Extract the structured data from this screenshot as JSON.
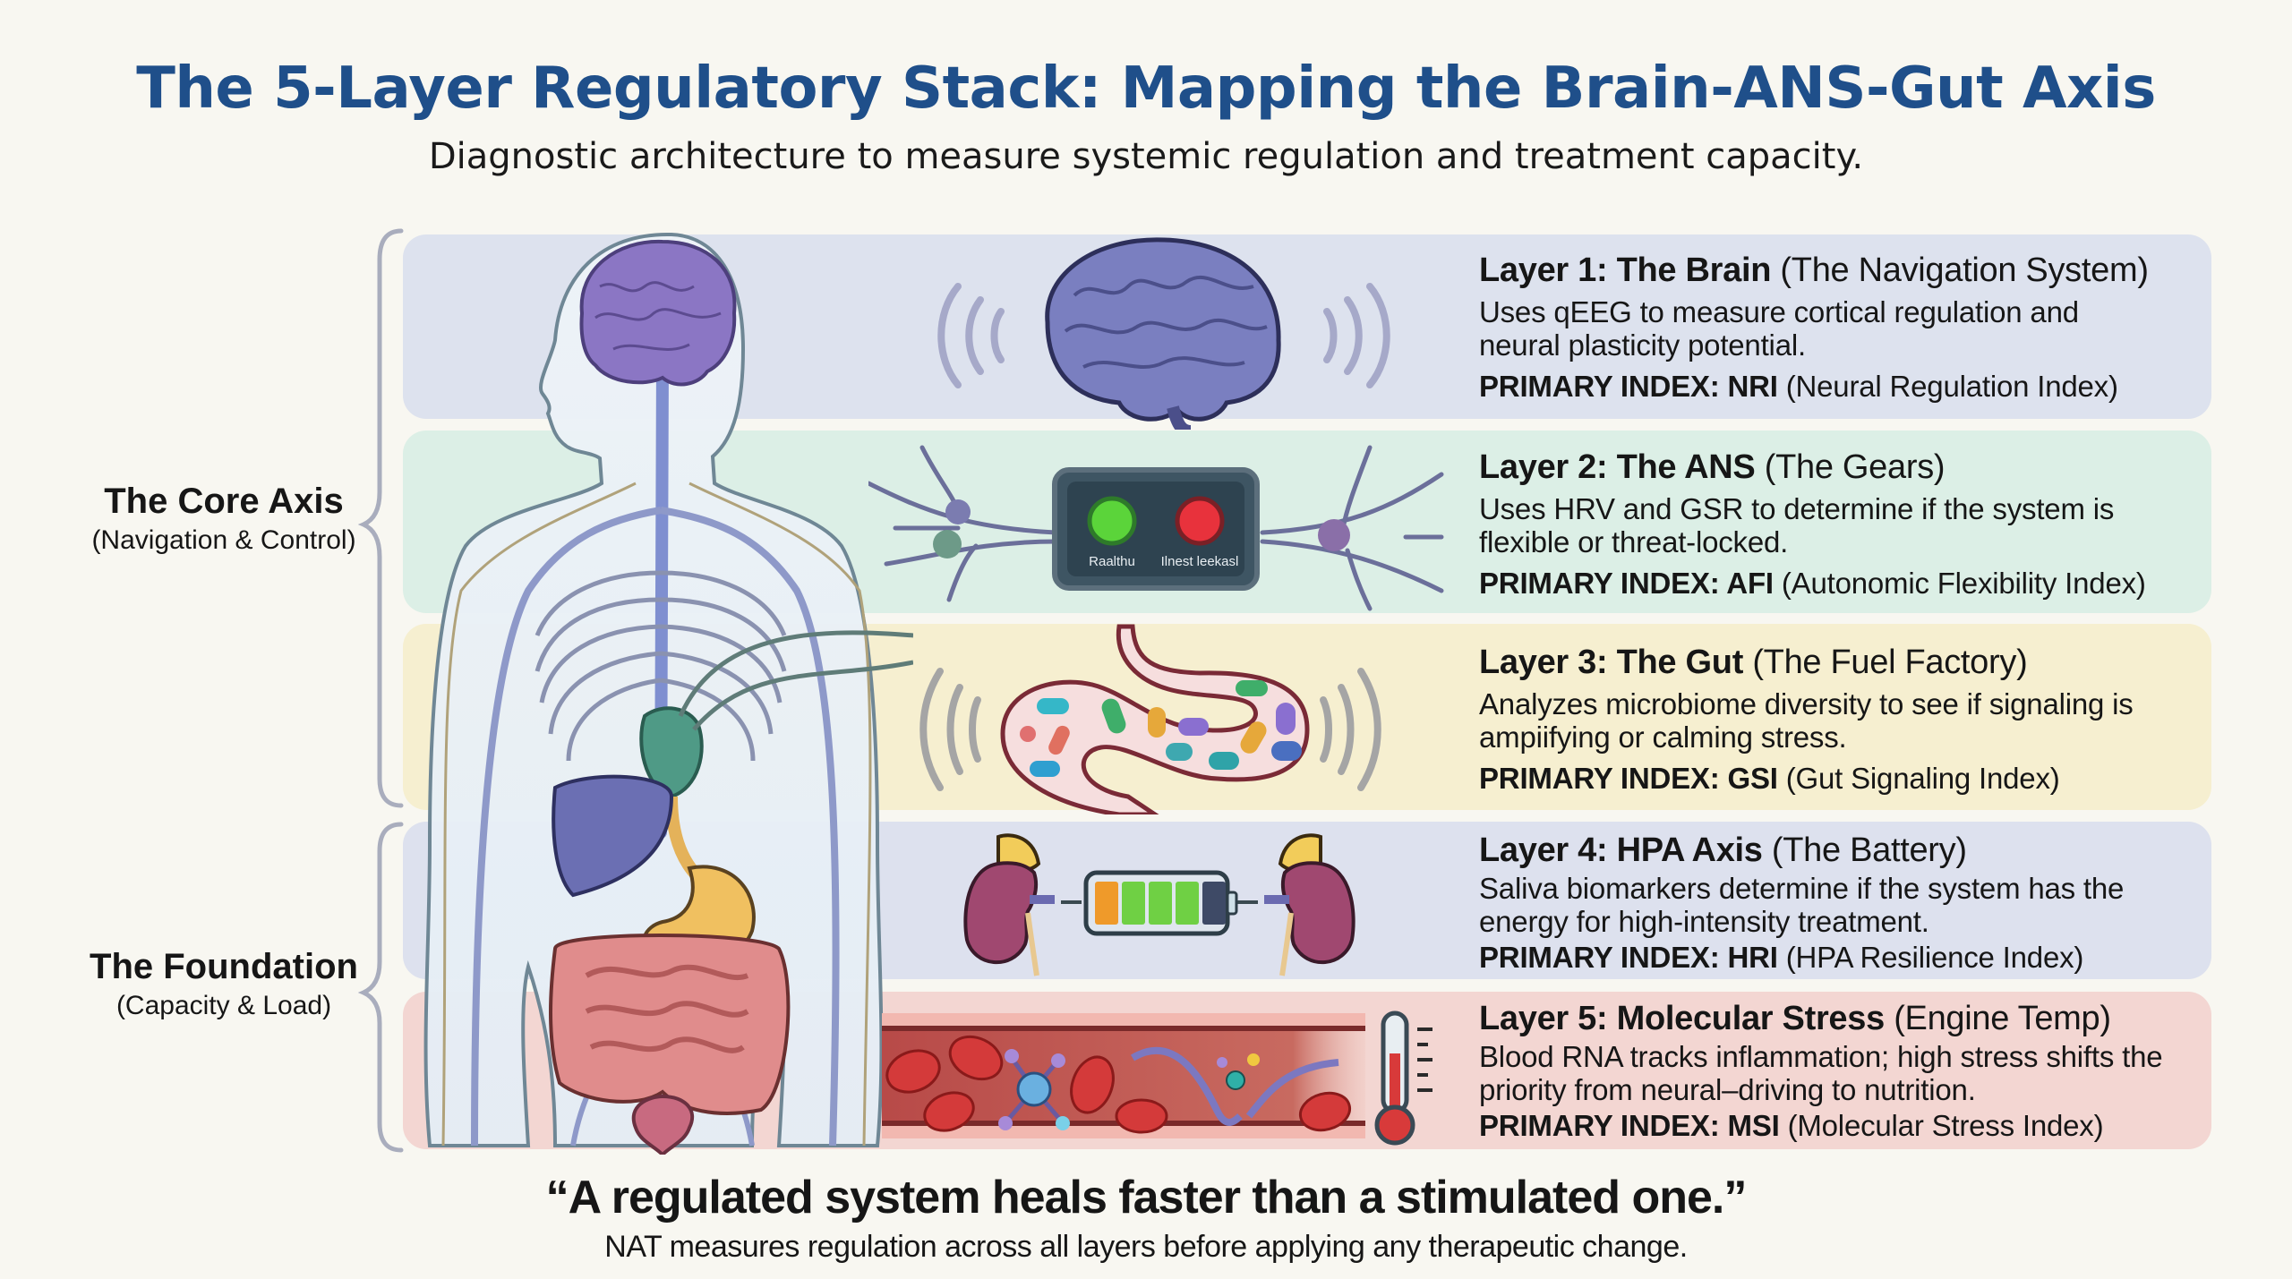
{
  "header": {
    "title": "The 5-Layer Regulatory Stack: Mapping the Brain-ANS-Gut Axis",
    "subtitle": "Diagnostic architecture to measure systemic regulation and treatment capacity."
  },
  "groups": [
    {
      "title": "The Core Axis",
      "subtitle": "(Navigation & Control)"
    },
    {
      "title": "The Foundation",
      "subtitle": "(Capacity & Load)"
    }
  ],
  "layers": [
    {
      "heading": "Layer 1: The Brain",
      "metaphor": "(The Navigation System)",
      "description": "Uses qEEG to measure cortical regulation and neural plasticity potential.",
      "index_label": "PRIMARY INDEX: NRI",
      "index_name": "(Neural Regulation Index)",
      "color": "#dde2ee",
      "icon": "brain-icon"
    },
    {
      "heading": "Layer 2: The ANS",
      "metaphor": "(The Gears)",
      "description": "Uses HRV and GSR to determine if the system is flexible or threat-locked.",
      "index_label": "PRIMARY INDEX: AFI",
      "index_name": "(Autonomic Flexibility Index)",
      "color": "#dcefe6",
      "icon": "nerve-device-icon",
      "device": {
        "left_label": "Raalthu",
        "right_label": "Ilnest leekasl",
        "left_color": "#5bd43a",
        "right_color": "#e8323c"
      }
    },
    {
      "heading": "Layer 3: The Gut",
      "metaphor": "(The Fuel Factory)",
      "description": "Analyzes microbiome diversity to see if signaling is ampiifying or calming stress.",
      "index_label": "PRIMARY INDEX: GSI",
      "index_name": "(Gut Signaling Index)",
      "color": "#f6efd0",
      "icon": "microbiome-icon"
    },
    {
      "heading": "Layer 4: HPA Axis",
      "metaphor": "(The Battery)",
      "description": "Saliva biomarkers determine if the system has the energy for high-intensity treatment.",
      "index_label": "PRIMARY INDEX: HRI",
      "index_name": "(HPA Resilience Index)",
      "color": "#dde1ee",
      "icon": "kidney-battery-icon",
      "battery": {
        "segments_total": 5,
        "segments_filled": 4
      }
    },
    {
      "heading": "Layer 5: Molecular Stress",
      "metaphor": "(Engine Temp)",
      "description": "Blood RNA tracks inflammation; high stress shifts the priority from neural–driving to nutrition.",
      "index_label": "PRIMARY INDEX: MSI",
      "index_name": "(Molecular Stress Index)",
      "color": "#f3d6d2",
      "icon": "blood-vessel-thermometer-icon"
    }
  ],
  "footer": {
    "quote": "“A regulated system heals faster than a stimulated one.”",
    "note": "NAT measures regulation across all layers before applying any therapeutic change."
  },
  "colors": {
    "title": "#1f4f8a",
    "bracket": "#a9adbd"
  }
}
